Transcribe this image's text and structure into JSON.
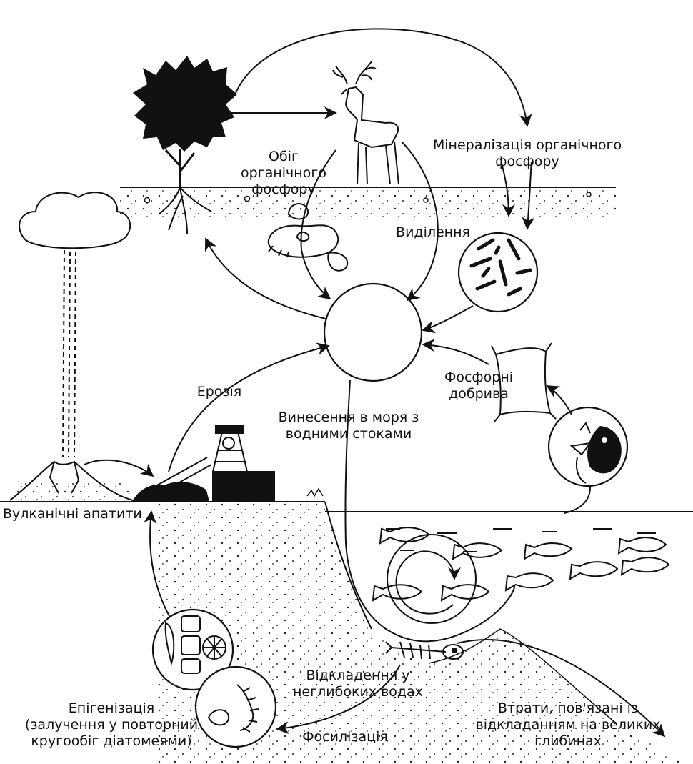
{
  "labels": {
    "organic_cycle": "Обіг\nорганічного фосфору",
    "mineralization": "Мінералізація органічного\nфосфору",
    "excretion": "Виділення",
    "erosion": "Ерозія",
    "fertilizers": "Фосфорні\nдобрива",
    "runoff": "Винесення в моря з\nводними стоками",
    "volcanic": "Вулканічні апатити",
    "shallow": "Відкладення у\nнеглибоких водах",
    "epigenization": "Епігенізація\n(залучення у повторний\nкругообіг діатомеями)",
    "fossilization": "Фосилізація",
    "losses": "Втрати, пов'язані із\nвідкладанням на великих\nглибинах"
  }
}
